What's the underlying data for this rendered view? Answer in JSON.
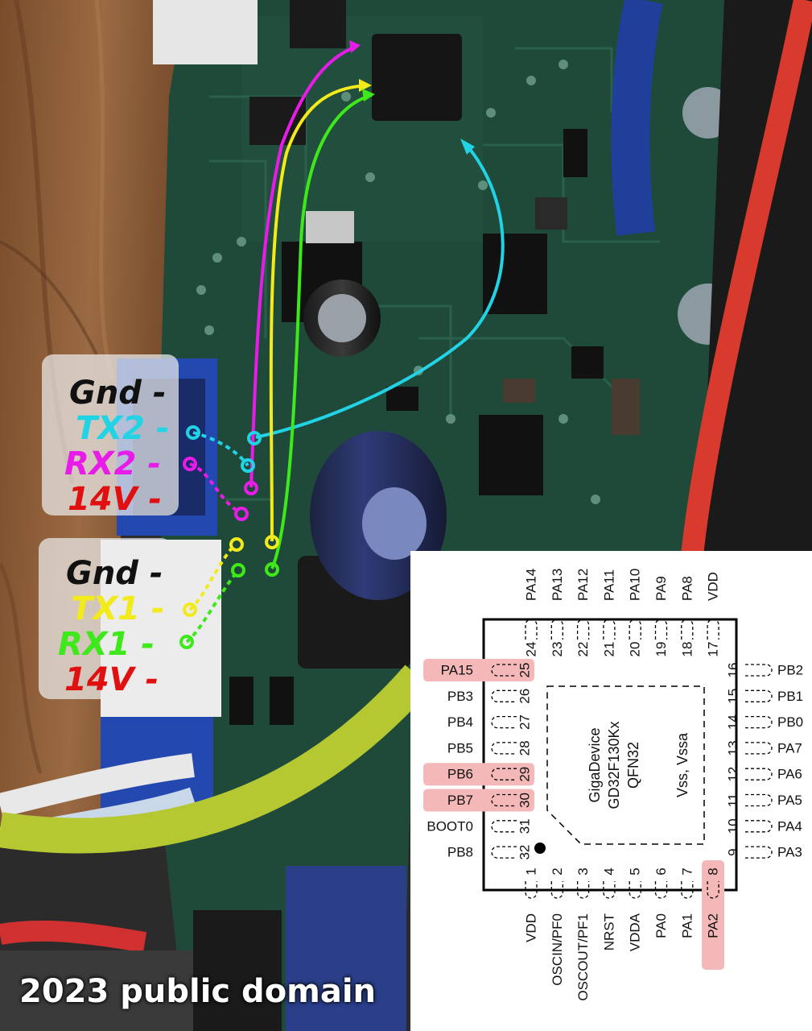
{
  "connector2": {
    "gnd": "Gnd -",
    "tx": "TX2 -",
    "rx": "RX2 -",
    "v": "14V -"
  },
  "connector1": {
    "gnd": "Gnd -",
    "tx": "TX1 -",
    "rx": "RX1 -",
    "v": "14V -"
  },
  "chip": {
    "vendor": "GigaDevice",
    "part": "GD32F130Kx",
    "package": "QFN32",
    "center_label": "Vss, Vssa",
    "top_pins": [
      {
        "num": "24",
        "name": "PA14"
      },
      {
        "num": "23",
        "name": "PA13"
      },
      {
        "num": "22",
        "name": "PA12"
      },
      {
        "num": "21",
        "name": "PA11"
      },
      {
        "num": "20",
        "name": "PA10"
      },
      {
        "num": "19",
        "name": "PA9"
      },
      {
        "num": "18",
        "name": "PA8"
      },
      {
        "num": "17",
        "name": "VDD"
      }
    ],
    "left_pins": [
      {
        "num": "25",
        "name": "PA15",
        "highlight": true
      },
      {
        "num": "26",
        "name": "PB3"
      },
      {
        "num": "27",
        "name": "PB4"
      },
      {
        "num": "28",
        "name": "PB5"
      },
      {
        "num": "29",
        "name": "PB6",
        "highlight": true
      },
      {
        "num": "30",
        "name": "PB7",
        "highlight": true
      },
      {
        "num": "31",
        "name": "BOOT0"
      },
      {
        "num": "32",
        "name": "PB8"
      }
    ],
    "right_pins": [
      {
        "num": "16",
        "name": "PB2"
      },
      {
        "num": "15",
        "name": "PB1"
      },
      {
        "num": "14",
        "name": "PB0"
      },
      {
        "num": "13",
        "name": "PA7"
      },
      {
        "num": "12",
        "name": "PA6"
      },
      {
        "num": "11",
        "name": "PA5"
      },
      {
        "num": "10",
        "name": "PA4"
      },
      {
        "num": "9",
        "name": "PA3"
      }
    ],
    "bottom_pins": [
      {
        "num": "1",
        "name": "VDD"
      },
      {
        "num": "2",
        "name": "OSCIN/PF0"
      },
      {
        "num": "3",
        "name": "OSCOUT/PF1"
      },
      {
        "num": "4",
        "name": "NRST"
      },
      {
        "num": "5",
        "name": "VDDA"
      },
      {
        "num": "6",
        "name": "PA0"
      },
      {
        "num": "7",
        "name": "PA1"
      },
      {
        "num": "8",
        "name": "PA2",
        "highlight": true
      }
    ]
  },
  "credit": "2023 public domain",
  "colors": {
    "tx2": "#22d3e6",
    "rx2": "#e81ce8",
    "tx1": "#f2ea1a",
    "rx1": "#3ee81a",
    "v14": "#e01010",
    "gnd": "#111111",
    "highlight": "#f4b8b8",
    "board": "#1f4a3a",
    "wood": "#8a5a34"
  }
}
